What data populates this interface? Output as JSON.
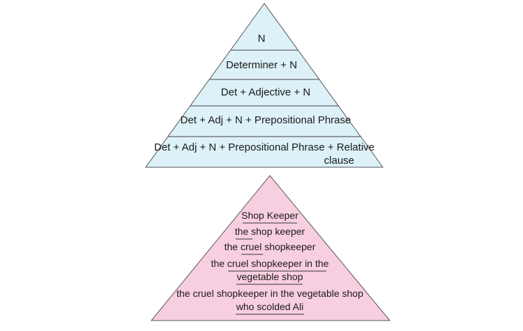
{
  "top_pyramid": {
    "fill": "#dcf1f8",
    "levels": [
      {
        "lines": [
          "N"
        ]
      },
      {
        "lines": [
          "Determiner + N"
        ]
      },
      {
        "lines": [
          "Det + Adjective + N"
        ]
      },
      {
        "lines": [
          "Det + Adj + N + Prepositional Phrase"
        ]
      },
      {
        "lines": [
          "Det + Adj + N + Prepositional Phrase + Relative",
          "clause"
        ]
      }
    ]
  },
  "bottom_pyramid": {
    "fill": "#f8cfe0",
    "levels": [
      {
        "lines": [
          "Shop Keeper"
        ]
      },
      {
        "lines": [
          "the shop keeper"
        ]
      },
      {
        "lines": [
          "the cruel shopkeeper"
        ]
      },
      {
        "lines": [
          "the cruel shopkeeper in the",
          "vegetable shop"
        ]
      },
      {
        "lines": [
          "the cruel shopkeeper in the vegetable shop",
          "who scolded Ali"
        ]
      }
    ]
  }
}
